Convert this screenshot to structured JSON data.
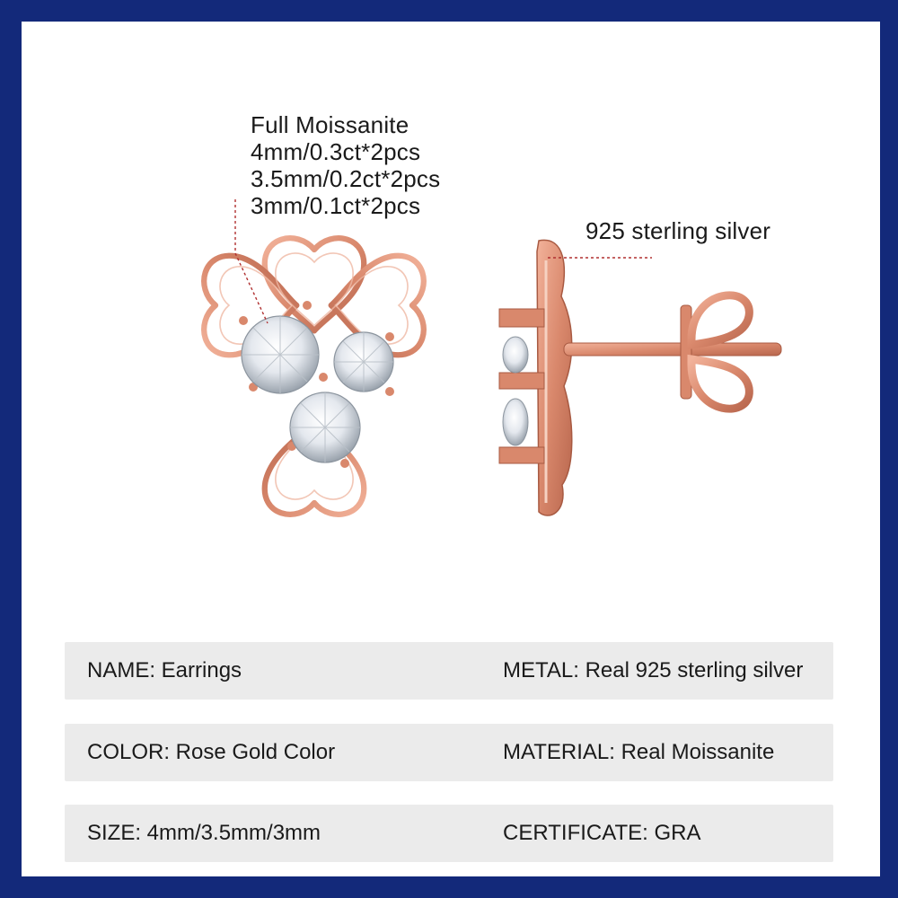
{
  "callouts": {
    "stones": [
      "Full Moissanite",
      "4mm/0.3ct*2pcs",
      "3.5mm/0.2ct*2pcs",
      "3mm/0.1ct*2pcs"
    ],
    "metal": "925 sterling silver"
  },
  "specs": [
    {
      "left": "NAME: Earrings",
      "right": "METAL: Real 925 sterling silver"
    },
    {
      "left": "COLOR: Rose Gold Color",
      "right": "MATERIAL: Real Moissanite"
    },
    {
      "left": "SIZE: 4mm/3.5mm/3mm",
      "right": "CERTIFICATE: GRA"
    }
  ],
  "colors": {
    "border": "#13297a",
    "rose_gold": "#d9886c",
    "rose_gold_dark": "#b8664d",
    "spec_bar": "#ebebeb",
    "leader_line": "#b03030"
  }
}
